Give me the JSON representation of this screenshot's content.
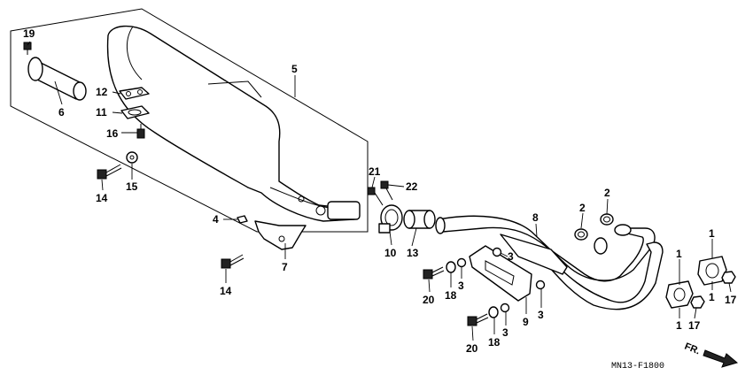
{
  "diagram": {
    "reference_code": "MN13-F1800",
    "front_indicator": "FR.",
    "callouts": {
      "c1a": "1",
      "c1b": "1",
      "c1c": "1",
      "c1d": "1",
      "c2a": "2",
      "c2b": "2",
      "c3a": "3",
      "c3b": "3",
      "c3c": "3",
      "c3d": "3",
      "c4": "4",
      "c5": "5",
      "c6": "6",
      "c7": "7",
      "c8": "8",
      "c9": "9",
      "c10": "10",
      "c11": "11",
      "c12": "12",
      "c13": "13",
      "c14a": "14",
      "c14b": "14",
      "c15": "15",
      "c16": "16",
      "c17a": "17",
      "c17b": "17",
      "c18a": "18",
      "c18b": "18",
      "c19": "19",
      "c20a": "20",
      "c20b": "20",
      "c21": "21",
      "c22": "22"
    }
  }
}
